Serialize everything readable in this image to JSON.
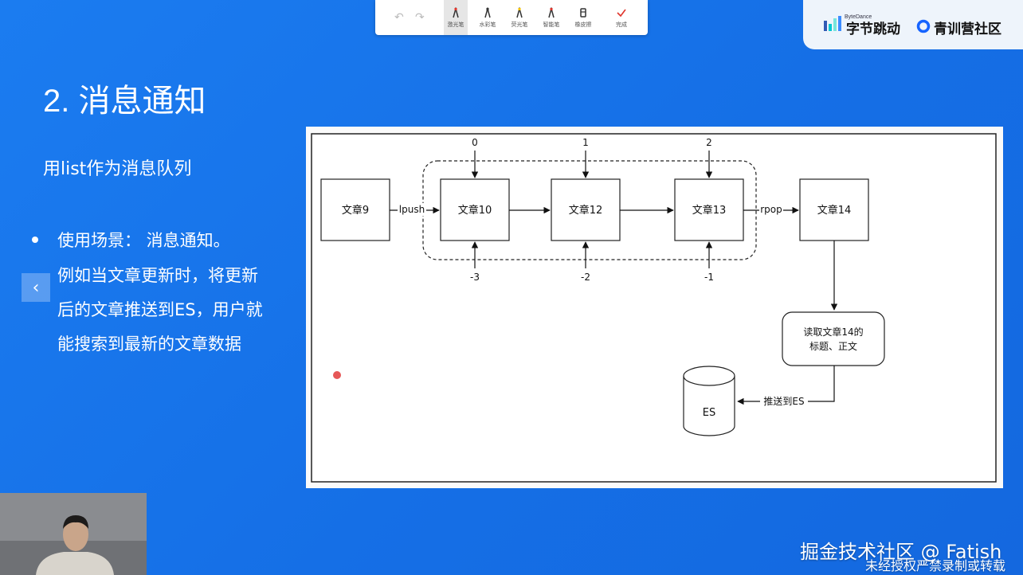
{
  "toolbar": {
    "tools": [
      {
        "label": "激光笔",
        "icon": "laser-pointer-icon",
        "active": true
      },
      {
        "label": "水彩笔",
        "icon": "watercolor-pen-icon"
      },
      {
        "label": "荧光笔",
        "icon": "highlighter-icon"
      },
      {
        "label": "智能笔",
        "icon": "smart-pen-icon"
      },
      {
        "label": "橡皮擦",
        "icon": "eraser-icon"
      },
      {
        "label": "完成",
        "icon": "check-icon"
      }
    ]
  },
  "brand": {
    "company_en": "ByteDance",
    "company": "字节跳动",
    "community": "青训营社区",
    "accent_color": "#1664ff"
  },
  "slide": {
    "title": "2. 消息通知",
    "subtitle": "用list作为消息队列",
    "bullet_head": "使用场景： 消息通知。",
    "bullet_lines": [
      "例如当文章更新时，将更新",
      "后的文章推送到ES，用户就",
      "能搜索到最新的文章数据"
    ]
  },
  "diagram": {
    "boxes": [
      "文章9",
      "文章10",
      "文章12",
      "文章13",
      "文章14"
    ],
    "top_indices": [
      "0",
      "1",
      "2"
    ],
    "bottom_indices": [
      "-3",
      "-2",
      "-1"
    ],
    "lpush": "lpush",
    "rpop": "rpop",
    "read_box": [
      "读取文章14的",
      "标题、正文"
    ],
    "push_label": "推送到ES",
    "db_label": "ES"
  },
  "watermark": {
    "line1": "掘金技术社区 @ Fatish",
    "line2": "未经授权严禁录制或转载"
  }
}
